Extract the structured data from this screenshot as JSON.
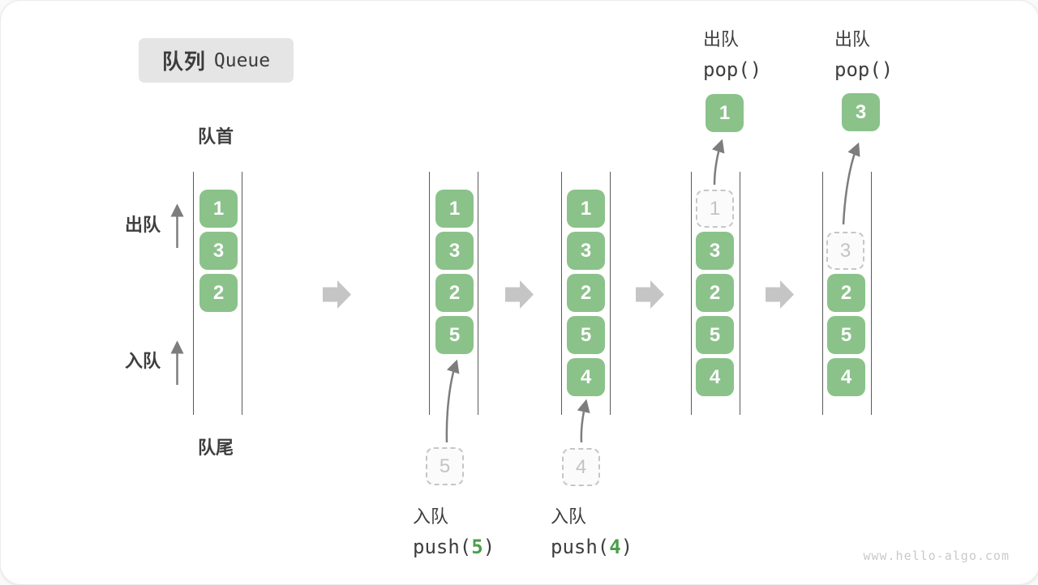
{
  "title": {
    "zh": "队列",
    "en": "Queue"
  },
  "side_labels": {
    "front": "队首",
    "rear": "队尾",
    "dequeue": "出队",
    "enqueue": "入队"
  },
  "operations": {
    "pop1": {
      "label": "出队",
      "code": "pop()"
    },
    "pop2": {
      "label": "出队",
      "code": "pop()"
    },
    "push5": {
      "label": "入队",
      "code_before": "push(",
      "arg": "5",
      "code_after": ")"
    },
    "push4": {
      "label": "入队",
      "code_before": "push(",
      "arg": "4",
      "code_after": ")"
    }
  },
  "queues": [
    {
      "name": "state-initial",
      "cells": [
        "1",
        "3",
        "2"
      ]
    },
    {
      "name": "state-after-push5",
      "cells": [
        "1",
        "3",
        "2",
        "5"
      ],
      "incoming": "5"
    },
    {
      "name": "state-after-push4",
      "cells": [
        "1",
        "3",
        "2",
        "5",
        "4"
      ],
      "incoming": "4"
    },
    {
      "name": "state-after-pop1",
      "ghost": "1",
      "cells": [
        "3",
        "2",
        "5",
        "4"
      ],
      "popped": "1"
    },
    {
      "name": "state-after-pop3",
      "ghost": "3",
      "cells": [
        "2",
        "5",
        "4"
      ],
      "popped": "3"
    }
  ],
  "watermark": "www.hello-algo.com",
  "colors": {
    "cell_green": "#8bc28a",
    "accent_green": "#4c9e4c",
    "block_arrow_gray": "#c5c5c5",
    "curve_arrow_gray": "#7d7d7d",
    "text_dark": "#3e3e3e",
    "title_bg": "#e5e5e5",
    "ghost_border": "#c6c6c6"
  }
}
